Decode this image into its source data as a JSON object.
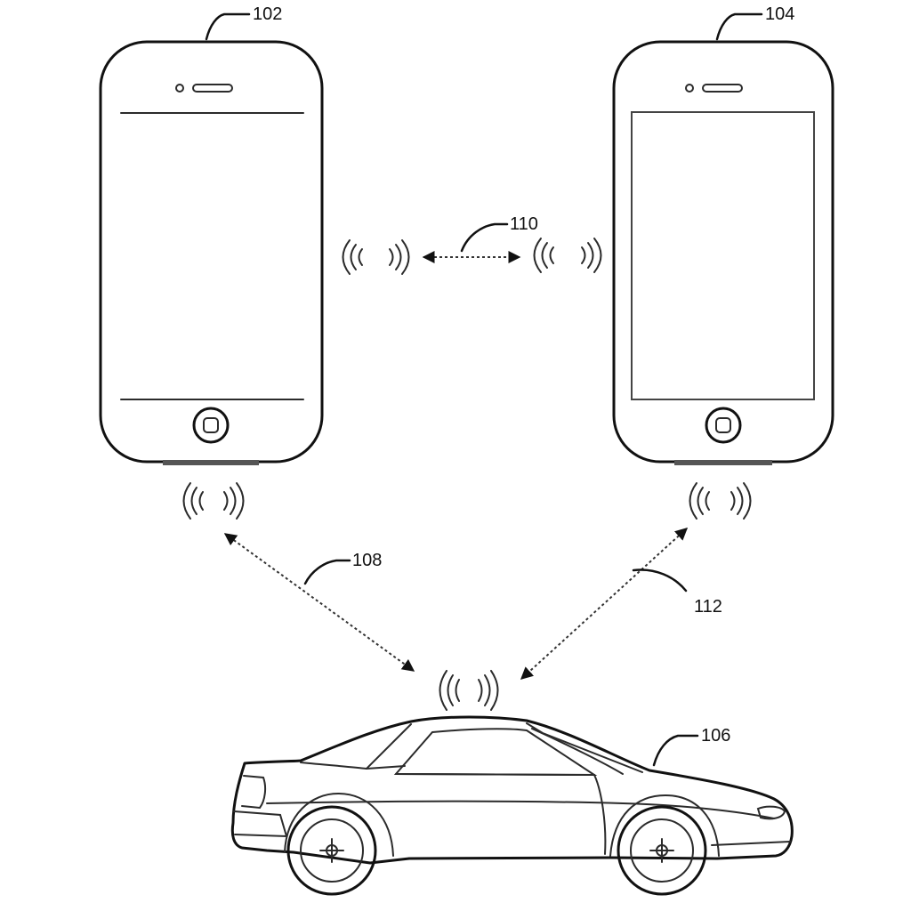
{
  "diagram": {
    "device_left_ref": "102",
    "device_right_ref": "104",
    "vehicle_ref": "106",
    "link_vehicle_left_ref": "108",
    "link_devices_ref": "110",
    "link_vehicle_right_ref": "112"
  },
  "colors": {
    "ink": "#111111",
    "background": "#ffffff"
  }
}
